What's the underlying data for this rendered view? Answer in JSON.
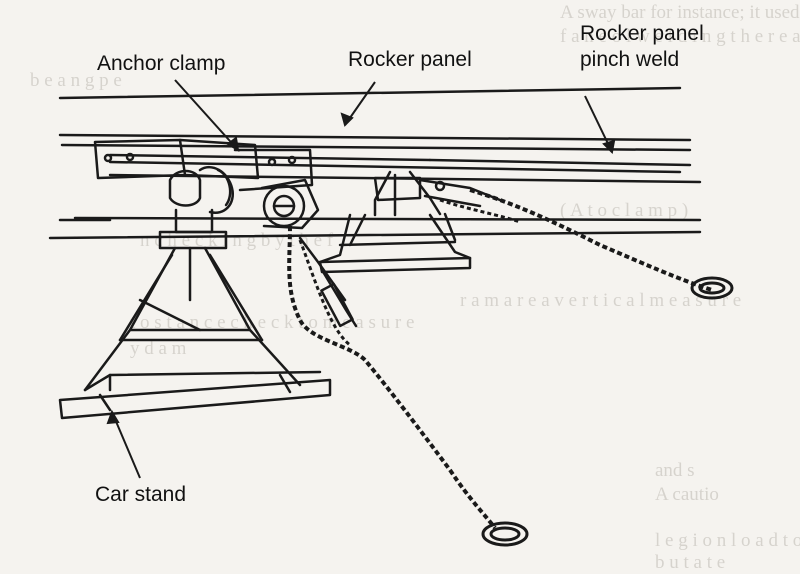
{
  "labels": {
    "anchor_clamp": "Anchor clamp",
    "rocker_panel": "Rocker panel",
    "rocker_panel_pinch_weld_line1": "Rocker panel",
    "rocker_panel_pinch_weld_line2": "pinch weld",
    "car_stand": "Car stand"
  },
  "bleed_through": {
    "line1": "A sway bar for instance; it used to apply",
    "line2": "f a n e   o l  w e l d i n g   t h e  r e a r",
    "line3": "b e a n g   p e",
    "line4": "( A  t o  c l a m p  )",
    "line5": "n c h e c k i n g  b y  t h e   f",
    "line6": "r a m  a r e  a  v e r t i c a l  m e a s u r e",
    "line7": "t o  s t a n c e  c h e c k  t o  m e a s u r e",
    "line8": "y d a m",
    "line9": "and s",
    "line10": "A cautio",
    "line11": "l e g  i o n   l o a d  t o   y o u r   t r e a m m o u n t i n g   s y s t e m",
    "line12": "b u t  a t e"
  },
  "colors": {
    "ink": "#1a1a1a",
    "paper": "#f5f3ef",
    "bleed": "#bdb9b2"
  }
}
